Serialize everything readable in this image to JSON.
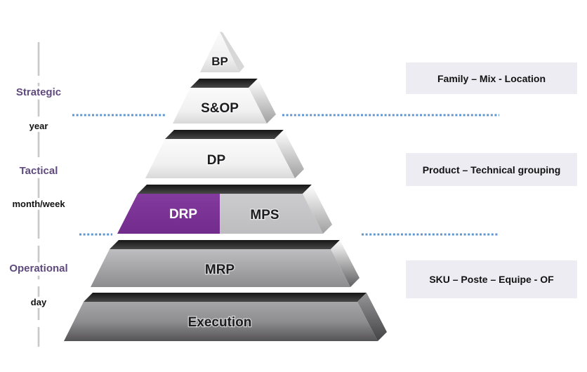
{
  "left_axis": {
    "strategic": "Strategic",
    "year": "year",
    "tactical": "Tactical",
    "month_week": "month/week",
    "operational": "Operational",
    "day": "day"
  },
  "pyramid": {
    "levels": [
      {
        "label": "BP"
      },
      {
        "label": "S&OP"
      },
      {
        "label": "DP"
      },
      {
        "label": "DRP"
      },
      {
        "label": "MPS"
      },
      {
        "label": "MRP"
      },
      {
        "label": "Execution"
      }
    ]
  },
  "annotations": [
    {
      "label": "Family – Mix - Location"
    },
    {
      "label": "Product – Technical grouping"
    },
    {
      "label": "SKU – Poste – Equipe - OF"
    }
  ],
  "colors": {
    "drp_purple": "#7c3597",
    "axis_label_purple": "#5e4a7c",
    "divider_dotted_blue": "#6096cf",
    "timeline_dashed_gray": "#c9c9c9",
    "annotation_box_background": "#edecf2"
  }
}
